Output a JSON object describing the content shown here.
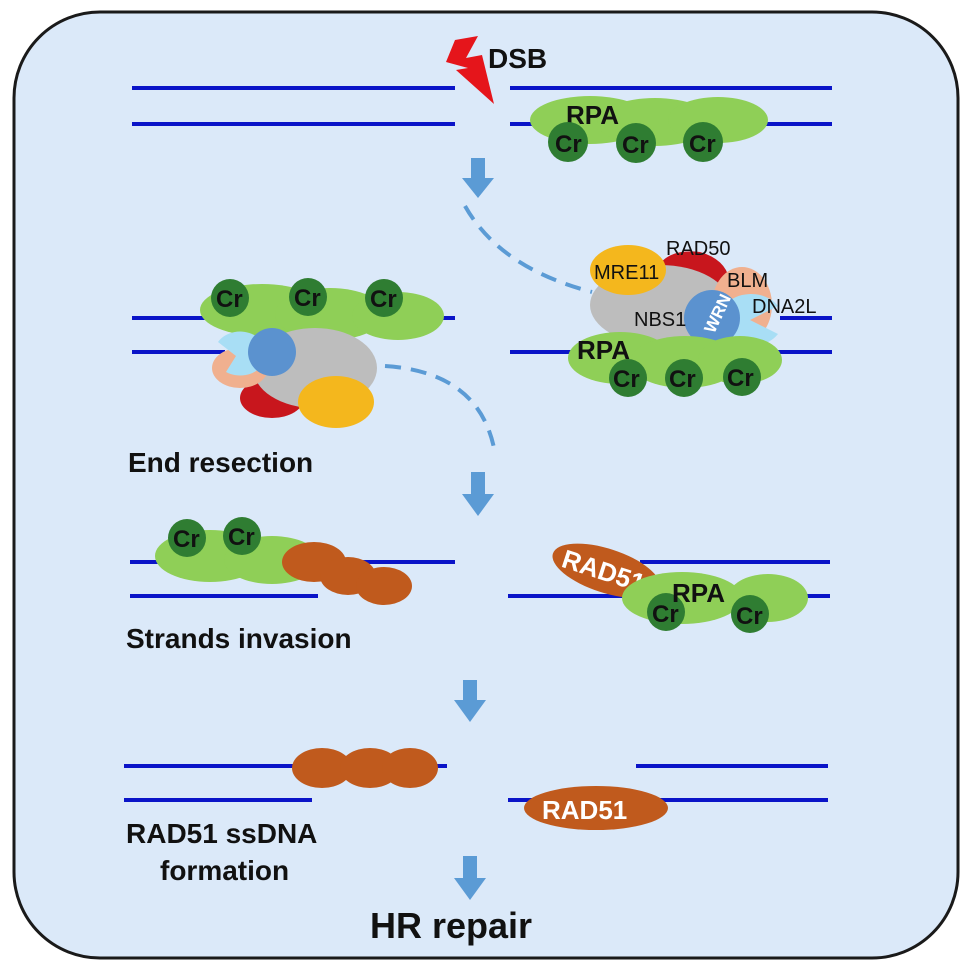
{
  "diagram": {
    "colors": {
      "background": "#dbe9f9",
      "border": "#1a1a1a",
      "dna": "#0a14c8",
      "arrow": "#5b9bd5",
      "rpa": "#8fcf57",
      "cr": "#2f7d32",
      "rad51": "#c05a1d",
      "mre11": "#f4b71d",
      "rad50": "#c8161d",
      "nbs1": "#bdbdbd",
      "blm": "#f0b08f",
      "wrn": "#5b92cf",
      "dna2l": "#a8def5"
    },
    "labels": {
      "dsb": "DSB",
      "rpa": "RPA",
      "cr": "Cr",
      "rad50": "RAD50",
      "mre11": "MRE11",
      "blm": "BLM",
      "nbs1": "NBS1",
      "wrn": "WRN",
      "dna2l": "DNA2L",
      "rad51": "RAD51"
    },
    "steps": {
      "end_resection": "End resection",
      "strands_invasion": "Strands invasion",
      "rad51_line1": "RAD51 ssDNA",
      "rad51_line2": "formation",
      "hr_repair": "HR repair"
    }
  }
}
